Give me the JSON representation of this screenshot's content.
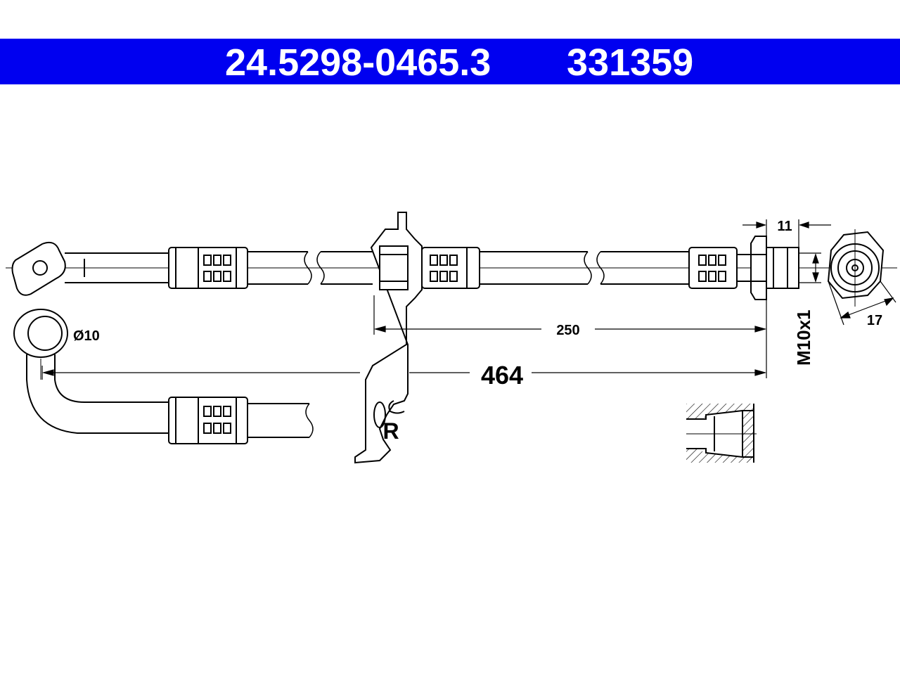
{
  "header": {
    "part_number": "24.5298-0465.3",
    "ref_number": "331359",
    "background_color": "#0000f0",
    "text_color": "#ffffff"
  },
  "dimensions": {
    "overall_length": "464",
    "bracket_to_end": "250",
    "nut_length": "11",
    "thread": "M10x1",
    "hex_size": "17",
    "banjo_diameter": "Ø10"
  },
  "bracket_label": "R"
}
